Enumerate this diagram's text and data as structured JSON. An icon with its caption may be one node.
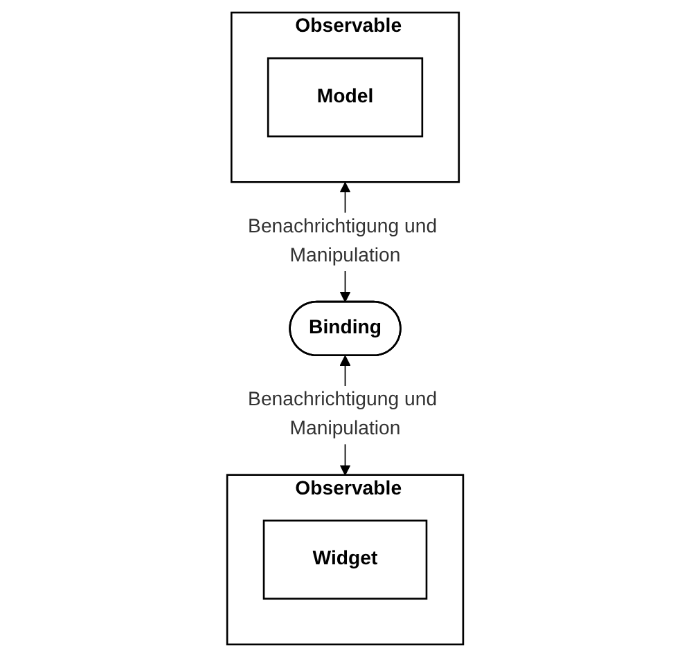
{
  "diagram": {
    "nodes": [
      {
        "text": [
          "Observable"
        ]
      },
      {
        "text": [
          "Model"
        ],
        "in": 0
      },
      {
        "text": [
          "Binding"
        ]
      },
      {
        "text": [
          "Observable"
        ]
      },
      {
        "text": [
          "Widget"
        ],
        "in": 3
      }
    ],
    "edges": [
      {
        "from": 0,
        "to": 2,
        "arrow": "both",
        "label": "Benachrichtigung und Manipulation"
      },
      {
        "from": 2,
        "to": 3,
        "arrow": "both",
        "label": "Benachrichtigung und Manipulation"
      }
    ]
  }
}
